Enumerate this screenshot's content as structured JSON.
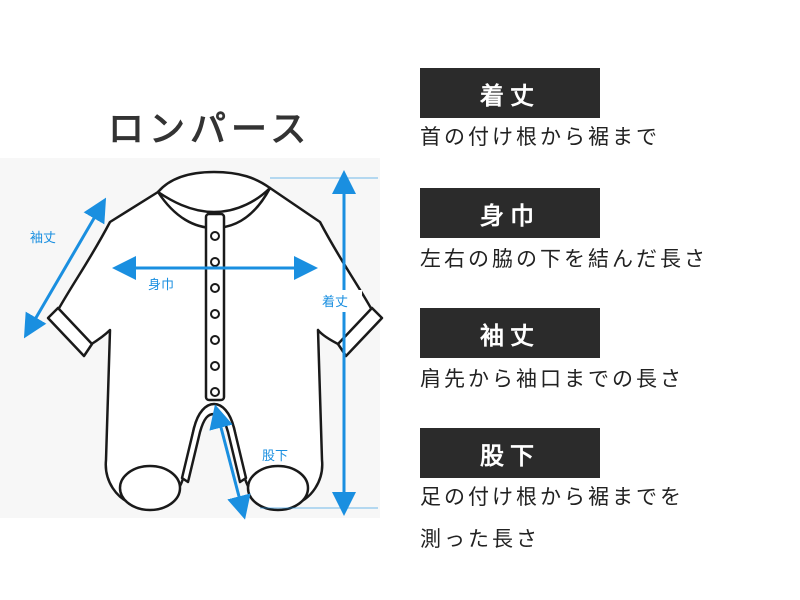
{
  "title": "ロンパース",
  "diagram": {
    "labels": {
      "sleeve": "袖丈",
      "width": "身巾",
      "length": "着丈",
      "inseam": "股下"
    },
    "accent_color": "#1a8fe0",
    "outline_color": "#1a1a1a"
  },
  "measurements": [
    {
      "term": "着丈",
      "description": "首の付け根から裾まで"
    },
    {
      "term": "身巾",
      "description": "左右の脇の下を結んだ長さ"
    },
    {
      "term": "袖丈",
      "description": "肩先から袖口までの長さ"
    },
    {
      "term": "股下",
      "description": "足の付け根から裾までを",
      "description_line2": "測った長さ"
    }
  ]
}
